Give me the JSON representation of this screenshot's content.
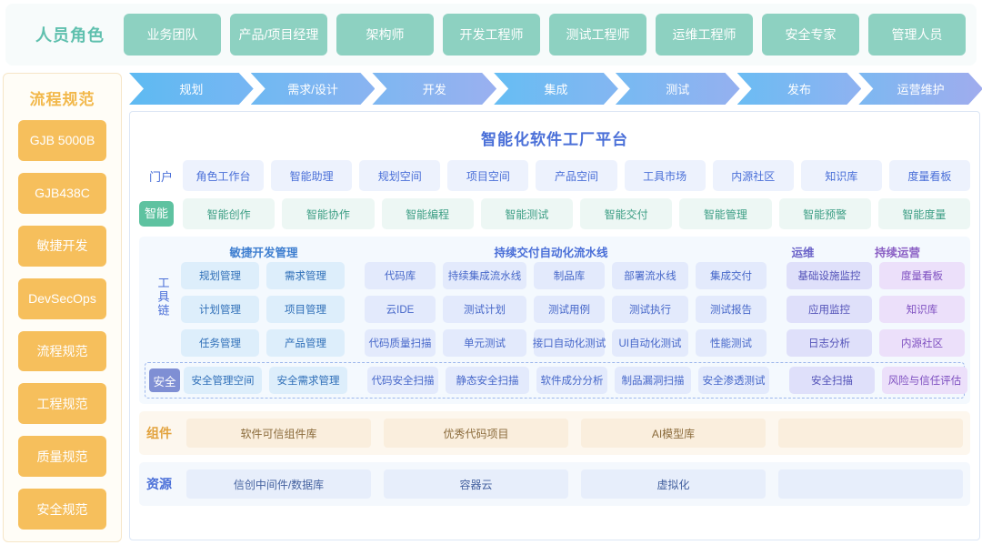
{
  "roles": {
    "title": "人员角色",
    "items": [
      "业务团队",
      "产品/项目经理",
      "架构师",
      "开发工程师",
      "测试工程师",
      "运维工程师",
      "安全专家",
      "管理人员"
    ]
  },
  "sidebar": {
    "title": "流程规范",
    "items": [
      "GJB 5000B",
      "GJB438C",
      "敏捷开发",
      "DevSecOps",
      "流程规范",
      "工程规范",
      "质量规范",
      "安全规范"
    ]
  },
  "phases": [
    "规划",
    "需求/设计",
    "开发",
    "集成",
    "测试",
    "发布",
    "运营维护"
  ],
  "panel": {
    "title": "智能化软件工厂平台",
    "portal": {
      "label": "门户",
      "items": [
        "角色工作台",
        "智能助理",
        "规划空间",
        "项目空间",
        "产品空间",
        "工具市场",
        "内源社区",
        "知识库",
        "度量看板"
      ]
    },
    "intelligent": {
      "label": "智能",
      "items": [
        "智能创作",
        "智能协作",
        "智能编程",
        "智能测试",
        "智能交付",
        "智能管理",
        "智能预警",
        "智能度量"
      ]
    },
    "toolchain": {
      "label": "工具链",
      "headings": [
        "敏捷开发管理",
        "持续交付自动化流水线",
        "运维",
        "持续运营"
      ],
      "rows": [
        [
          "规划管理",
          "需求管理",
          "代码库",
          "持续集成流水线",
          "制品库",
          "部署流水线",
          "集成交付",
          "基础设施监控",
          "度量看板"
        ],
        [
          "计划管理",
          "项目管理",
          "云IDE",
          "测试计划",
          "测试用例",
          "测试执行",
          "测试报告",
          "应用监控",
          "知识库"
        ],
        [
          "任务管理",
          "产品管理",
          "代码质量扫描",
          "单元测试",
          "接口自动化测试",
          "UI自动化测试",
          "性能测试",
          "日志分析",
          "内源社区"
        ]
      ],
      "security": {
        "badge": "安全",
        "items": [
          "安全管理空间",
          "安全需求管理",
          "代码安全扫描",
          "静态安全扫描",
          "软件成分分析",
          "制品漏洞扫描",
          "安全渗透测试",
          "安全扫描",
          "风险与信任评估"
        ]
      }
    },
    "components": {
      "label": "组件",
      "items": [
        "软件可信组件库",
        "优秀代码项目",
        "AI模型库",
        ""
      ]
    },
    "resources": {
      "label": "资源",
      "items": [
        "信创中间件/数据库",
        "容器云",
        "虚拟化",
        ""
      ]
    }
  },
  "colors": {
    "role_accent": "#8dd1c1",
    "sidebar_accent": "#f6bf5c",
    "phase_accent": "#6fb9f2",
    "panel_accent": "#4a6fd8",
    "ai_accent": "#5ec2a0",
    "security_accent": "#7f8fd4",
    "component_accent": "#e2a23c"
  }
}
